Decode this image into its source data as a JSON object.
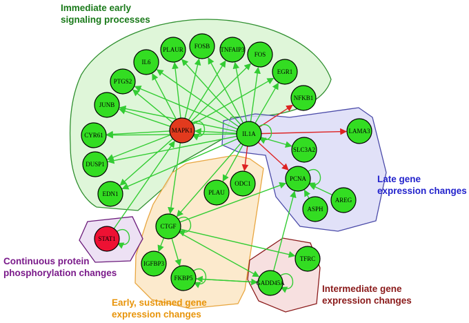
{
  "regions": [
    {
      "id": "immediate",
      "lines": [
        "Immediate early",
        "signaling processes"
      ],
      "color": "#1a7a1a",
      "fill": "#d9f5d2",
      "stroke": "#2f8f2f"
    },
    {
      "id": "late",
      "lines": [
        "Late gene",
        "expression changes"
      ],
      "color": "#2222cc",
      "fill": "#dcdcf7",
      "stroke": "#4a4aa8"
    },
    {
      "id": "continuous",
      "lines": [
        "Continuous protein",
        "phosphorylation changes"
      ],
      "color": "#7a1a8a",
      "fill": "#eadcf2",
      "stroke": "#6a1a7a"
    },
    {
      "id": "early",
      "lines": [
        "Early, sustained gene",
        "expression changes"
      ],
      "color": "#e8940a",
      "fill": "#fbe6c4",
      "stroke": "#e8a640"
    },
    {
      "id": "intermediate",
      "lines": [
        "Intermediate gene",
        "expression changes"
      ],
      "color": "#8a1a1a",
      "fill": "#f6dada",
      "stroke": "#8a1a1a"
    }
  ],
  "nodes": [
    {
      "id": "IL6",
      "label": "IL6",
      "color": "#33dd22"
    },
    {
      "id": "PLAUR",
      "label": "PLAUR",
      "color": "#33dd22"
    },
    {
      "id": "FOSB",
      "label": "FOSB",
      "color": "#33dd22"
    },
    {
      "id": "TNFAIP3",
      "label": "TNFAIP3",
      "color": "#33dd22"
    },
    {
      "id": "FOS",
      "label": "FOS",
      "color": "#33dd22"
    },
    {
      "id": "EGR1",
      "label": "EGR1",
      "color": "#33dd22"
    },
    {
      "id": "PTGS2",
      "label": "PTGS2",
      "color": "#33dd22"
    },
    {
      "id": "JUNB",
      "label": "JUNB",
      "color": "#33dd22"
    },
    {
      "id": "NFKB1",
      "label": "NFKB1",
      "color": "#33dd22"
    },
    {
      "id": "MAPK1",
      "label": "MAPK1",
      "color": "#e23a1e"
    },
    {
      "id": "IL1A",
      "label": "IL1A",
      "color": "#33dd22"
    },
    {
      "id": "CYR61",
      "label": "CYR61",
      "color": "#33dd22"
    },
    {
      "id": "LAMA3",
      "label": "LAMA3",
      "color": "#33dd22"
    },
    {
      "id": "DUSP1",
      "label": "DUSP1",
      "color": "#33dd22"
    },
    {
      "id": "SLC3A2",
      "label": "SLC3A2",
      "color": "#33dd22"
    },
    {
      "id": "EDN1",
      "label": "EDN1",
      "color": "#33dd22"
    },
    {
      "id": "PLAU",
      "label": "PLAU",
      "color": "#33dd22"
    },
    {
      "id": "ODC1",
      "label": "ODC1",
      "color": "#33dd22"
    },
    {
      "id": "PCNA",
      "label": "PCNA",
      "color": "#33dd22"
    },
    {
      "id": "AREG",
      "label": "AREG",
      "color": "#33dd22"
    },
    {
      "id": "ASPH",
      "label": "ASPH",
      "color": "#33dd22"
    },
    {
      "id": "CTGF",
      "label": "CTGF",
      "color": "#33dd22"
    },
    {
      "id": "STAT1",
      "label": "STAT1",
      "color": "#ee1133"
    },
    {
      "id": "IGFBP3",
      "label": "IGFBP3",
      "color": "#33dd22"
    },
    {
      "id": "FKBP5",
      "label": "FKBP5",
      "color": "#33dd22"
    },
    {
      "id": "TFRC",
      "label": "TFRC",
      "color": "#33dd22"
    },
    {
      "id": "GADD45A",
      "label": "GADD45A",
      "color": "#33dd22"
    }
  ],
  "edges": [
    {
      "from": "MAPK1",
      "to": "IL6",
      "color": "green"
    },
    {
      "from": "MAPK1",
      "to": "PLAUR",
      "color": "green"
    },
    {
      "from": "MAPK1",
      "to": "FOSB",
      "color": "green"
    },
    {
      "from": "MAPK1",
      "to": "TNFAIP3",
      "color": "green"
    },
    {
      "from": "MAPK1",
      "to": "FOS",
      "color": "green"
    },
    {
      "from": "MAPK1",
      "to": "EGR1",
      "color": "green"
    },
    {
      "from": "MAPK1",
      "to": "PTGS2",
      "color": "green"
    },
    {
      "from": "MAPK1",
      "to": "JUNB",
      "color": "green"
    },
    {
      "from": "MAPK1",
      "to": "CYR61",
      "color": "green"
    },
    {
      "from": "MAPK1",
      "to": "DUSP1",
      "color": "green"
    },
    {
      "from": "MAPK1",
      "to": "EDN1",
      "color": "green"
    },
    {
      "from": "MAPK1",
      "to": "CTGF",
      "color": "green"
    },
    {
      "from": "IL1A",
      "to": "IL6",
      "color": "green"
    },
    {
      "from": "IL1A",
      "to": "PLAUR",
      "color": "green"
    },
    {
      "from": "IL1A",
      "to": "FOSB",
      "color": "green"
    },
    {
      "from": "IL1A",
      "to": "TNFAIP3",
      "color": "green"
    },
    {
      "from": "IL1A",
      "to": "FOS",
      "color": "green"
    },
    {
      "from": "IL1A",
      "to": "EGR1",
      "color": "green"
    },
    {
      "from": "IL1A",
      "to": "PTGS2",
      "color": "green"
    },
    {
      "from": "IL1A",
      "to": "JUNB",
      "color": "green"
    },
    {
      "from": "IL1A",
      "to": "CYR61",
      "color": "green"
    },
    {
      "from": "IL1A",
      "to": "DUSP1",
      "color": "green"
    },
    {
      "from": "IL1A",
      "to": "EDN1",
      "color": "green"
    },
    {
      "from": "IL1A",
      "to": "MAPK1",
      "color": "green"
    },
    {
      "from": "IL1A",
      "to": "NFKB1",
      "color": "red"
    },
    {
      "from": "IL1A",
      "to": "LAMA3",
      "color": "red"
    },
    {
      "from": "IL1A",
      "to": "SLC3A2",
      "color": "green"
    },
    {
      "from": "IL1A",
      "to": "PCNA",
      "color": "red"
    },
    {
      "from": "IL1A",
      "to": "ODC1",
      "color": "red"
    },
    {
      "from": "IL1A",
      "to": "PLAU",
      "color": "green"
    },
    {
      "from": "IL1A",
      "to": "CTGF",
      "color": "green"
    },
    {
      "from": "STAT1",
      "to": "MAPK1",
      "color": "green"
    },
    {
      "from": "CTGF",
      "to": "PCNA",
      "color": "green"
    },
    {
      "from": "CTGF",
      "to": "IGFBP3",
      "color": "green"
    },
    {
      "from": "CTGF",
      "to": "FKBP5",
      "color": "green"
    },
    {
      "from": "CTGF",
      "to": "TFRC",
      "color": "green"
    },
    {
      "from": "CTGF",
      "to": "GADD45A",
      "color": "green"
    },
    {
      "from": "AREG",
      "to": "PCNA",
      "color": "green"
    },
    {
      "from": "ASPH",
      "to": "PCNA",
      "color": "green"
    },
    {
      "from": "GADD45A",
      "to": "PCNA",
      "color": "green"
    },
    {
      "from": "GADD45A",
      "to": "FKBP5",
      "color": "green"
    },
    {
      "from": "FKBP5",
      "to": "GADD45A",
      "color": "green"
    }
  ],
  "self_loops": [
    "MAPK1",
    "IL1A",
    "PCNA",
    "CTGF",
    "STAT1",
    "FKBP5",
    "GADD45A"
  ],
  "colors": {
    "green_edge": "#33cc33",
    "red_edge": "#dd2222",
    "node_stroke": "#000000"
  }
}
